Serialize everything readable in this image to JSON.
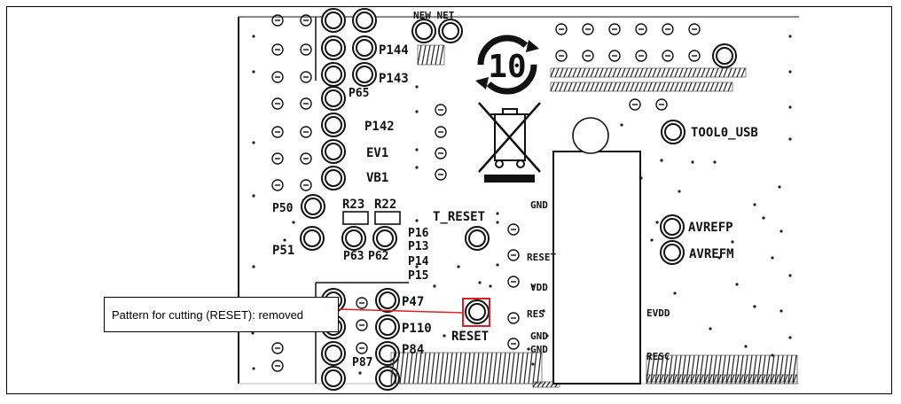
{
  "callout": {
    "text": "Pattern for cutting (RESET): removed"
  },
  "highlight_color": "#e02020",
  "pcb_labels": {
    "top_partial": "NEW NET",
    "p144": "P144",
    "p143": "P143",
    "p65": "P65",
    "p142": "P142",
    "ev1": "EV1",
    "vb1": "VB1",
    "p50": "P50",
    "p51": "P51",
    "r23": "R23",
    "r22": "R22",
    "p63": "P63",
    "p62": "P62",
    "p16": "P16",
    "p13": "P13",
    "p14": "P14",
    "p15": "P15",
    "t_reset": "T_RESET",
    "p47": "P47",
    "p110": "P110",
    "p84": "P84",
    "p87": "P87",
    "reset": "RESET",
    "gnd1": "GND",
    "reset_pin": "RESET",
    "vdd": "VDD",
    "res": "RES",
    "gnd2": "GND",
    "gnd3": "GND",
    "tool0_usb": "TOOL0_USB",
    "avrefp": "AVREFP",
    "avrefm": "AVREFM",
    "evdd": "EVDD",
    "resc": "RESC",
    "logo_number": "10"
  },
  "icons": [
    "recycle-10-icon",
    "crossed-bin-icon"
  ]
}
